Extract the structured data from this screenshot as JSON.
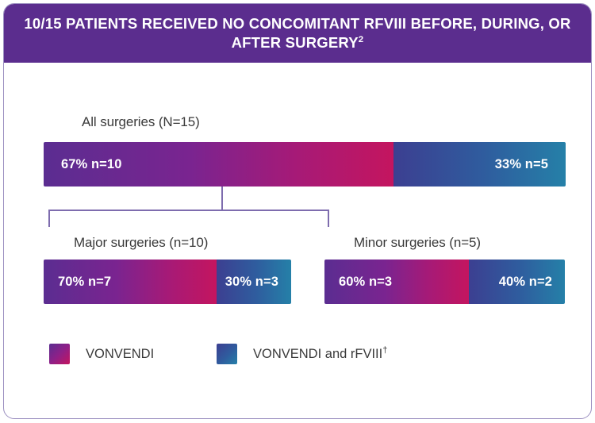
{
  "header": {
    "title": "10/15 PATIENTS RECEIVED NO CONCOMITANT rFVIII BEFORE, DURING, OR AFTER SURGERY",
    "footnote_marker": "2",
    "background_color": "#5b2d8e",
    "text_color": "#ffffff"
  },
  "chart_data": {
    "type": "bar",
    "orientation": "horizontal",
    "stacked": true,
    "title": "10/15 PATIENTS RECEIVED NO CONCOMITANT rFVIII BEFORE, DURING, OR AFTER SURGERY",
    "xlabel": "",
    "ylabel": "",
    "xlim": [
      0,
      100
    ],
    "grid": false,
    "legend_position": "bottom-left",
    "categories": [
      "All surgeries (N=15)",
      "Major surgeries (n=10)",
      "Minor surgeries (n=5)"
    ],
    "series": [
      {
        "name": "VONVENDI",
        "color_start": "#5b2d91",
        "color_end": "#c4155f",
        "values": [
          67,
          70,
          60
        ],
        "counts": [
          10,
          7,
          3
        ],
        "labels": [
          "67% n=10",
          "70% n=7",
          "60% n=3"
        ]
      },
      {
        "name": "VONVENDI and rFVIII",
        "color_start": "#3c3f91",
        "color_end": "#2580a8",
        "values": [
          33,
          30,
          40
        ],
        "counts": [
          5,
          3,
          2
        ],
        "labels": [
          "33% n=5",
          "30% n=3",
          "40% n=2"
        ]
      }
    ],
    "annotations": [
      "All surgeries (N=15) splits into Major surgeries (n=10) and Minor surgeries (n=5)"
    ]
  },
  "groups": {
    "all": {
      "label": "All surgeries (N=15)",
      "primary_label": "67% n=10",
      "secondary_label": "33% n=5",
      "primary_percent": 67,
      "secondary_percent": 33
    },
    "major": {
      "label": "Major surgeries (n=10)",
      "primary_label": "70% n=7",
      "secondary_label": "30% n=3",
      "primary_percent": 70,
      "secondary_percent": 30
    },
    "minor": {
      "label": "Minor surgeries (n=5)",
      "primary_label": "60% n=3",
      "secondary_label": "40% n=2",
      "primary_percent": 60,
      "secondary_percent": 40
    }
  },
  "legend": {
    "items": [
      {
        "label": "VONVENDI",
        "footnote_marker": ""
      },
      {
        "label": "VONVENDI and rFVIII",
        "footnote_marker": "†"
      }
    ]
  },
  "colors": {
    "header_purple": "#5b2d8e",
    "card_border": "#9b8fc0",
    "connector": "#7e6cae",
    "text_dark": "#3a3a3a",
    "vonvendi_gradient_start": "#5b2d91",
    "vonvendi_gradient_end": "#c4155f",
    "combo_gradient_start": "#3c3f91",
    "combo_gradient_end": "#2580a8"
  }
}
